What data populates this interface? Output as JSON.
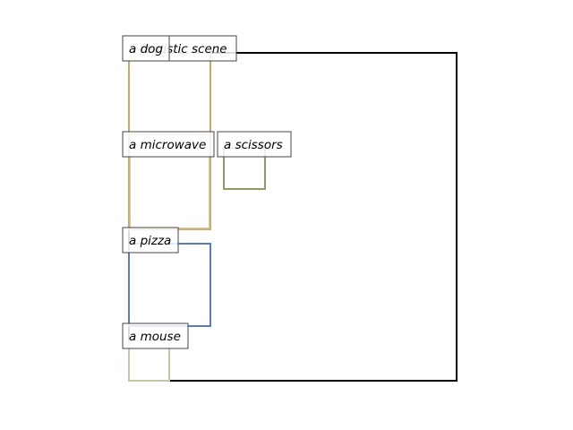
{
  "scene": {
    "frame_color": "#000000",
    "boxes": [
      {
        "label": "a realistic scene",
        "color": "#000000"
      },
      {
        "label": "a dog",
        "color": "#c8a96a"
      },
      {
        "label": "a microwave",
        "color": "#c9b78a"
      },
      {
        "label": "a scissors",
        "color": "#8f9a66"
      },
      {
        "label": "a pizza",
        "color": "#5b7cb8"
      },
      {
        "label": "a mouse",
        "color": "#c8c4a4"
      }
    ]
  }
}
